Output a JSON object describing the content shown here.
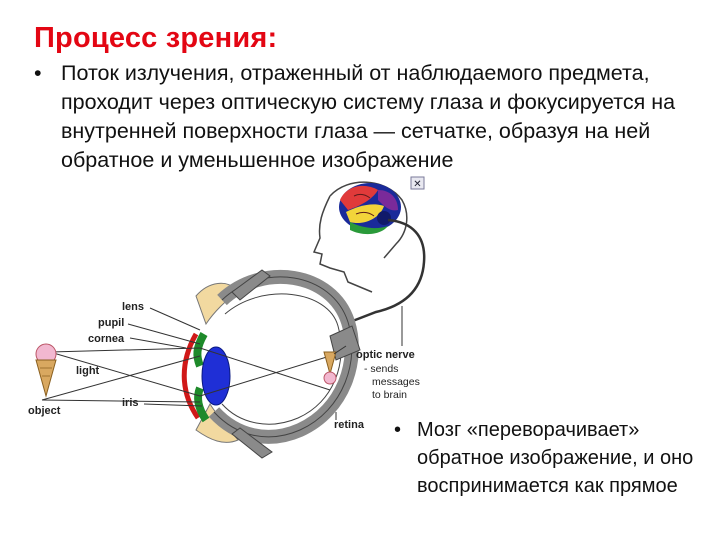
{
  "slide": {
    "title": "Процесс зрения:",
    "bullet_main": {
      "marker": "•",
      "text": "Поток излучения, отраженный от наблюдаемого предмета, проходит через оптическую систему глаза и фокусируется на внутренней поверхности глаза — сетчатке, образуя на ней обратное и уменьшенное изображение"
    },
    "bullet_bottom": {
      "marker": "•",
      "text": "Мозг «переворачивает» обратное изображение, и оно воспринимается как прямое"
    }
  },
  "diagram": {
    "labels": {
      "lens": "lens",
      "pupil": "pupil",
      "cornea": "cornea",
      "light": "light",
      "object": "object",
      "iris": "iris",
      "retina": "retina",
      "optic_nerve": "optic nerve",
      "optic_nerve_note_1": "- sends",
      "optic_nerve_note_2": "messages",
      "optic_nerve_note_3": "to brain"
    },
    "close_glyph": "✕",
    "colors": {
      "title": "#e30613",
      "lens": "#1f2fd6",
      "iris_green": "#1e8a2a",
      "cornea_red": "#d01818",
      "sclera_gray": "#8a8a8a",
      "skin_tan": "#f2d9a0",
      "icecream_pink": "#f2b8d0",
      "cone_tan": "#d9a860"
    }
  }
}
